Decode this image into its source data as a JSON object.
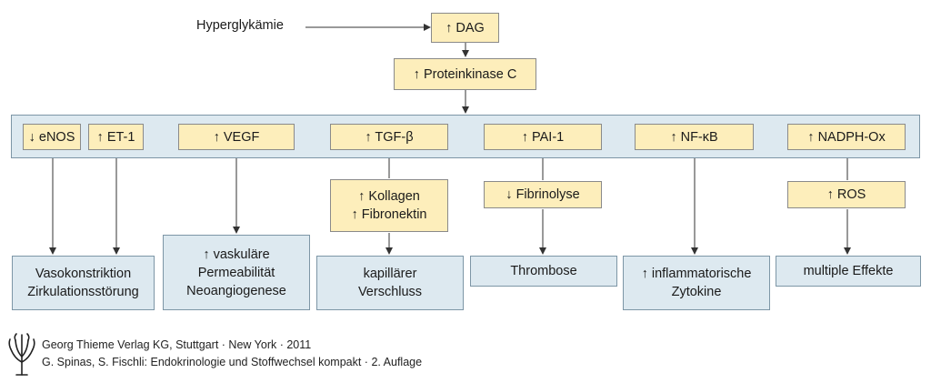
{
  "diagram": {
    "input_label": "Hyperglykämie",
    "top": {
      "dag": "↑ DAG",
      "pkc": "↑ Proteinkinase C"
    },
    "mediators": {
      "enos": "↓ eNOS",
      "et1": "↑ ET-1",
      "vegf": "↑ VEGF",
      "tgf": "↑ TGF-β",
      "pai": "↑ PAI-1",
      "nfkb": "↑ NF-κB",
      "nadph": "↑ NADPH-Ox"
    },
    "intermediates": {
      "kollagen": "↑ Kollagen",
      "fibronektin": "↑ Fibronektin",
      "fibrinolyse": "↓ Fibrinolyse",
      "ros": "↑ ROS"
    },
    "outcomes": {
      "vaso_1": "Vasokonstriktion",
      "vaso_2": "Zirkulationsstörung",
      "perm_1": "↑ vaskuläre",
      "perm_2": "Permeabilität",
      "perm_3": "Neoangiogenese",
      "kap_1": "kapillärer",
      "kap_2": "Verschluss",
      "thrombose": "Thrombose",
      "infl_1": "↑ inflammatorische",
      "infl_2": "Zytokine",
      "multi": "multiple Effekte"
    }
  },
  "footer": {
    "line1": "Georg Thieme Verlag KG, Stuttgart · New York · 2011",
    "line2": "G. Spinas, S. Fischli: Endokrinologie und Stoffwechsel kompakt · 2. Auflage"
  },
  "colors": {
    "yellow_box": "#fdeebb",
    "blue_box": "#dde9f0",
    "line": "#333333"
  }
}
